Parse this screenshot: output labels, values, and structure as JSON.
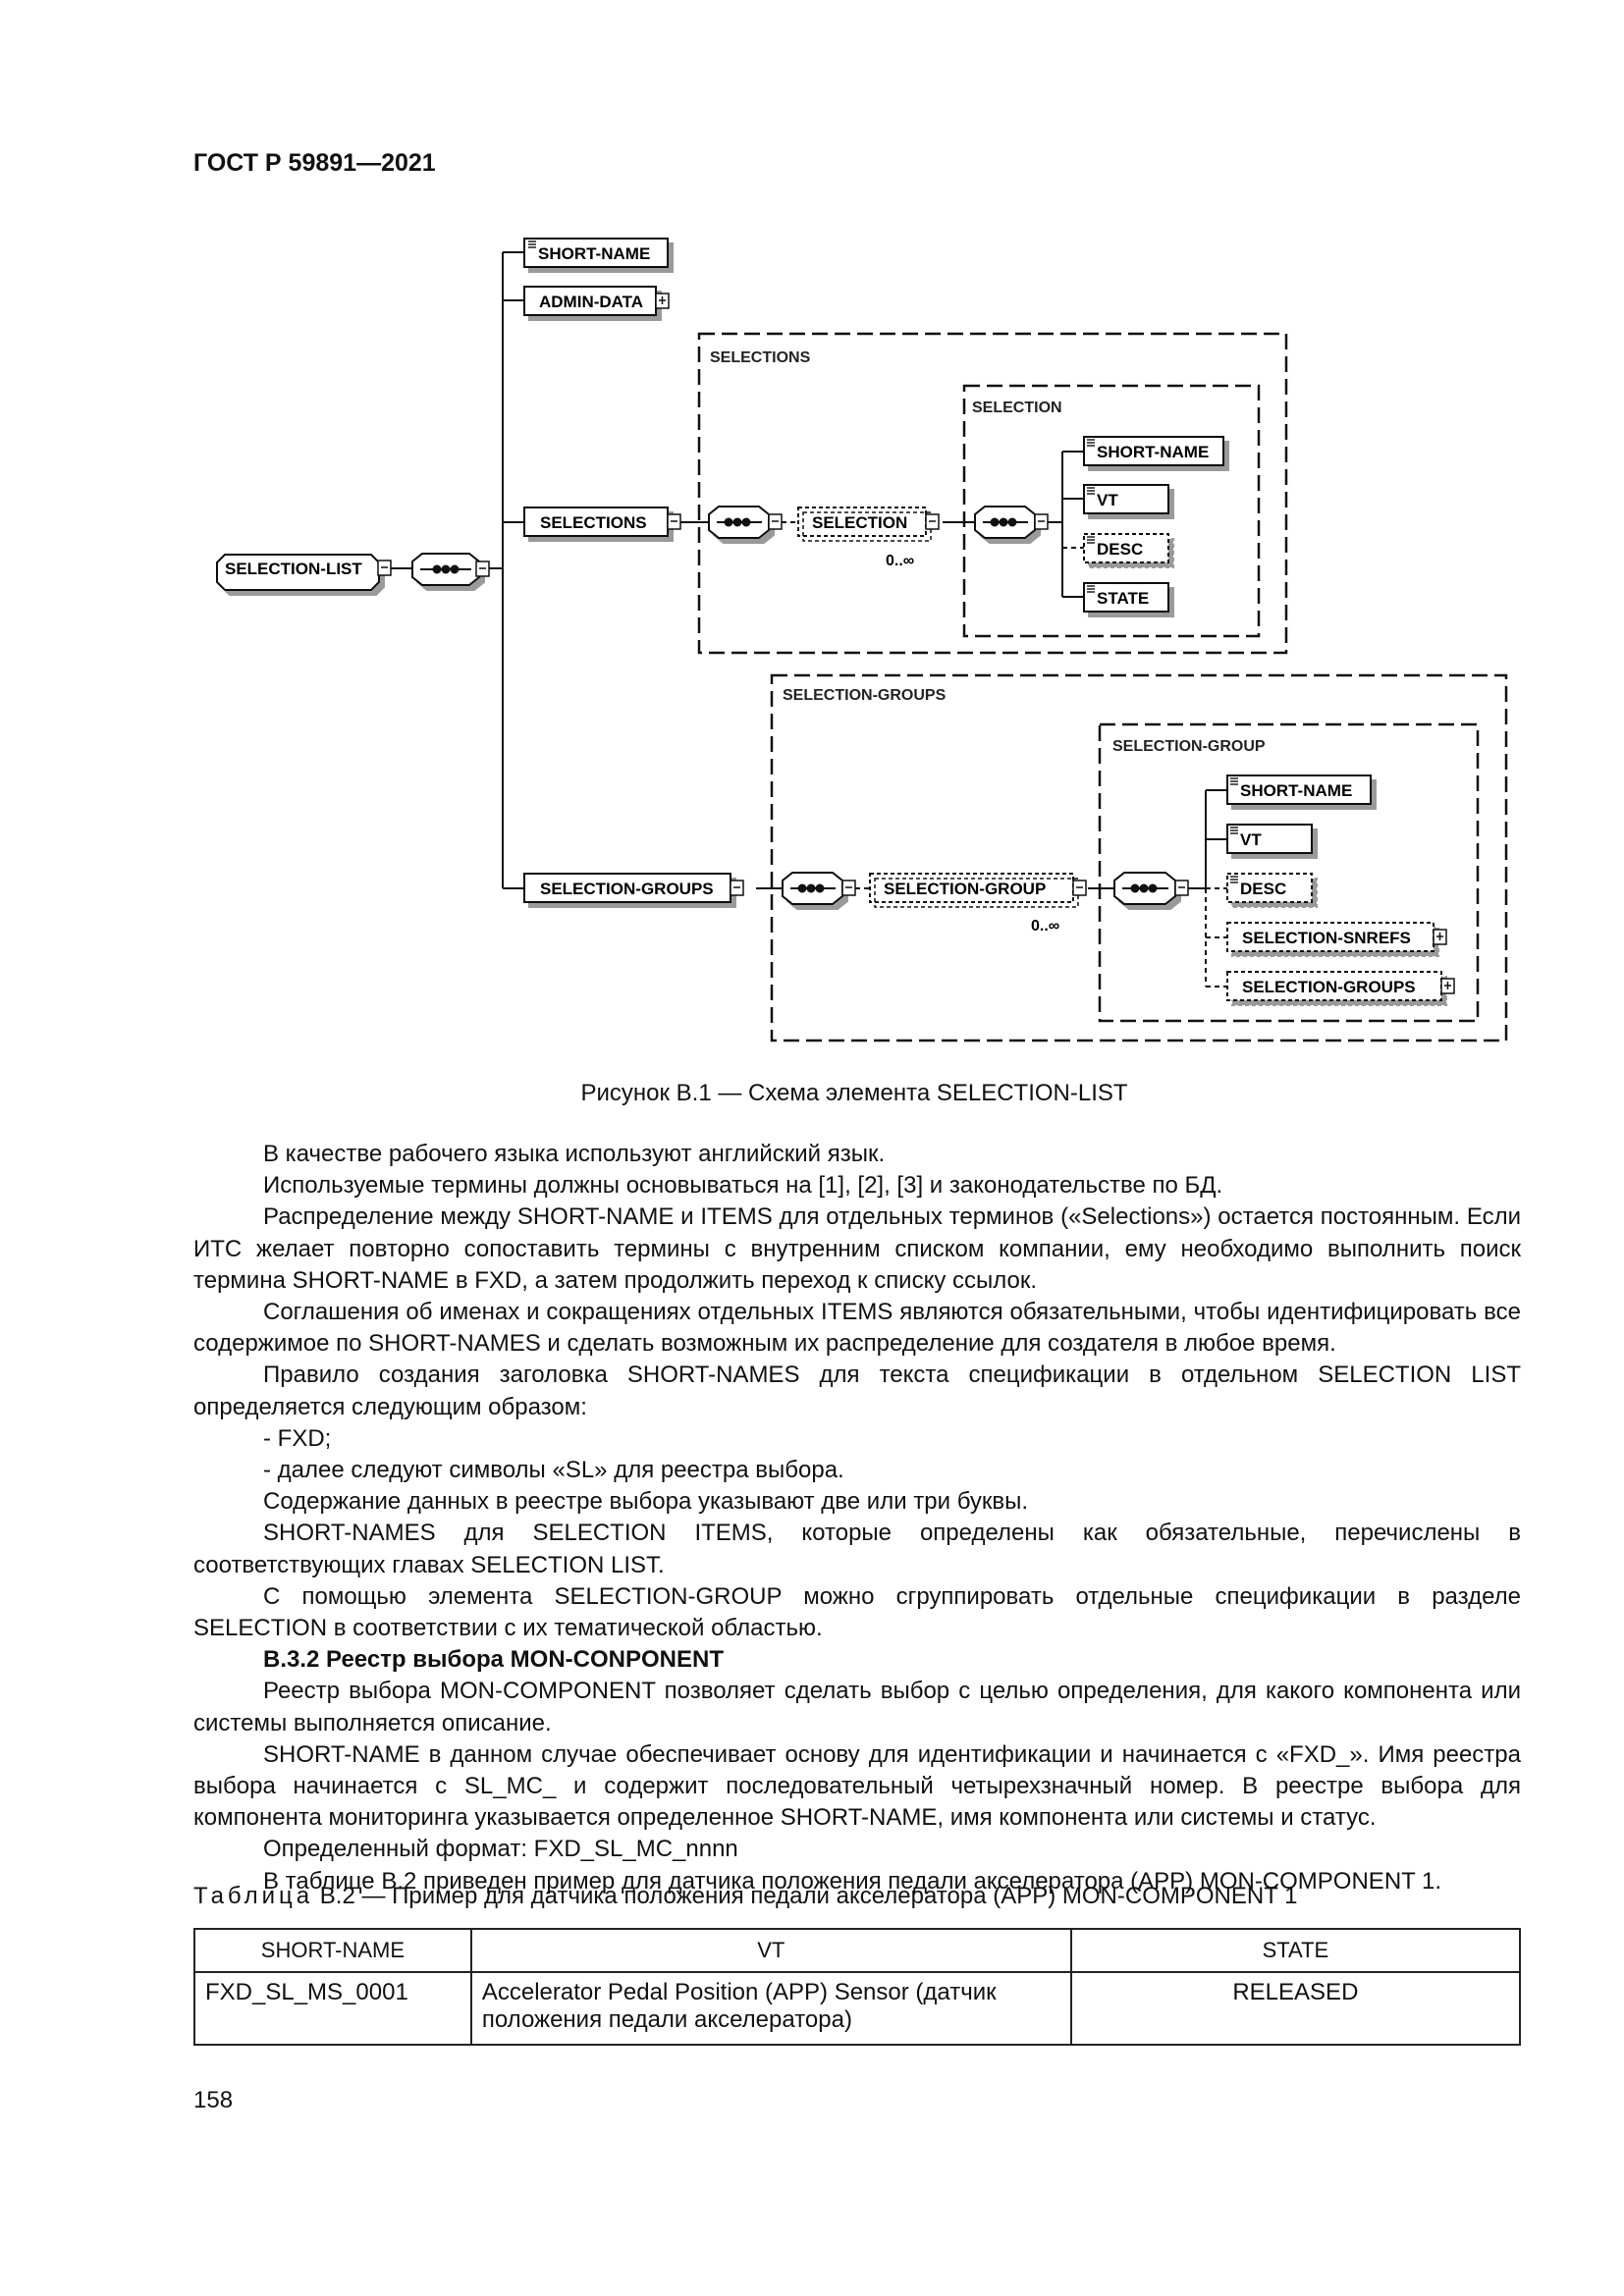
{
  "header": "ГОСТ Р 59891—2021",
  "diagram": {
    "root": "SELECTION-LIST",
    "top_children": [
      "SHORT-NAME",
      "ADMIN-DATA"
    ],
    "selections": {
      "element": "SELECTIONS",
      "group_title": "SELECTIONS",
      "child": "SELECTION",
      "cardinality": "0..∞",
      "inner_title": "SELECTION",
      "fields": [
        "SHORT-NAME",
        "VT",
        "DESC",
        "STATE"
      ]
    },
    "selection_groups": {
      "element": "SELECTION-GROUPS",
      "group_title": "SELECTION-GROUPS",
      "child": "SELECTION-GROUP",
      "cardinality": "0..∞",
      "inner_title": "SELECTION-GROUP",
      "fields": [
        "SHORT-NAME",
        "VT",
        "DESC",
        "SELECTION-SNREFS",
        "SELECTION-GROUPS"
      ]
    }
  },
  "figure_caption": "Рисунок В.1 — Схема элемента SELECTION-LIST",
  "paragraphs": [
    "В качестве рабочего языка используют английский язык.",
    "Используемые термины должны основываться на [1], [2], [3] и законодательстве по БД.",
    "Распределение между SHORT-NAME и ITEMS для отдельных терминов («Selections») остается постоянным. Если ИТС желает повторно сопоставить термины с внутренним списком компании, ему необходимо выполнить поиск термина SHORT-NAME в FXD, а затем продолжить переход к списку ссылок.",
    "Соглашения об именах и сокращениях отдельных ITEMS являются обязательными, чтобы идентифицировать все содержимое по SHORT-NAMES и сделать возможным их распределение для создателя в любое время.",
    "Правило создания заголовка SHORT-NAMES для текста спецификации в отдельном SELECTION LIST определяется следующим образом:",
    "- FXD;",
    "- далее следуют символы «SL» для реестра выбора.",
    "Содержание данных в реестре выбора указывают две или три буквы.",
    "SHORT-NAMES для SELECTION ITEMS, которые определены как обязательные, перечислены в соответствующих главах SELECTION LIST.",
    "С помощью элемента SELECTION-GROUP можно сгруппировать отдельные спецификации в разделе SELECTION в соответствии с их тематической областью."
  ],
  "section_heading": "В.3.2 Реестр выбора MON-CONPONENT",
  "paragraphs2": [
    "Реестр выбора MON-COMPONENT позволяет сделать выбор с целью определения, для какого компонента или системы выполняется описание.",
    "SHORT-NAME в данном случае обеспечивает основу для идентификации и начинается с «FXD_». Имя реестра выбора начинается с SL_MC_ и содержит последовательный четырехзначный номер. В реестре выбора для компонента мониторинга указывается определенное SHORT-NAME, имя компонента или системы и статус.",
    "Определенный формат: FXD_SL_MC_nnnn",
    "В таблице В.2 приведен пример для датчика положения педали акселератора (APP) MON-COMPONENT 1."
  ],
  "table_caption": {
    "label": "Таблица",
    "text": "В.2 — Пример для датчика положения педали акселератора (APP) MON-COMPONENT 1"
  },
  "table": {
    "headers": [
      "SHORT-NAME",
      "VT",
      "STATE"
    ],
    "row": [
      "FXD_SL_MS_0001",
      "Accelerator Pedal Position (APP) Sensor (датчик положения педали акселератора)",
      "RELEASED"
    ]
  },
  "page_number": "158"
}
